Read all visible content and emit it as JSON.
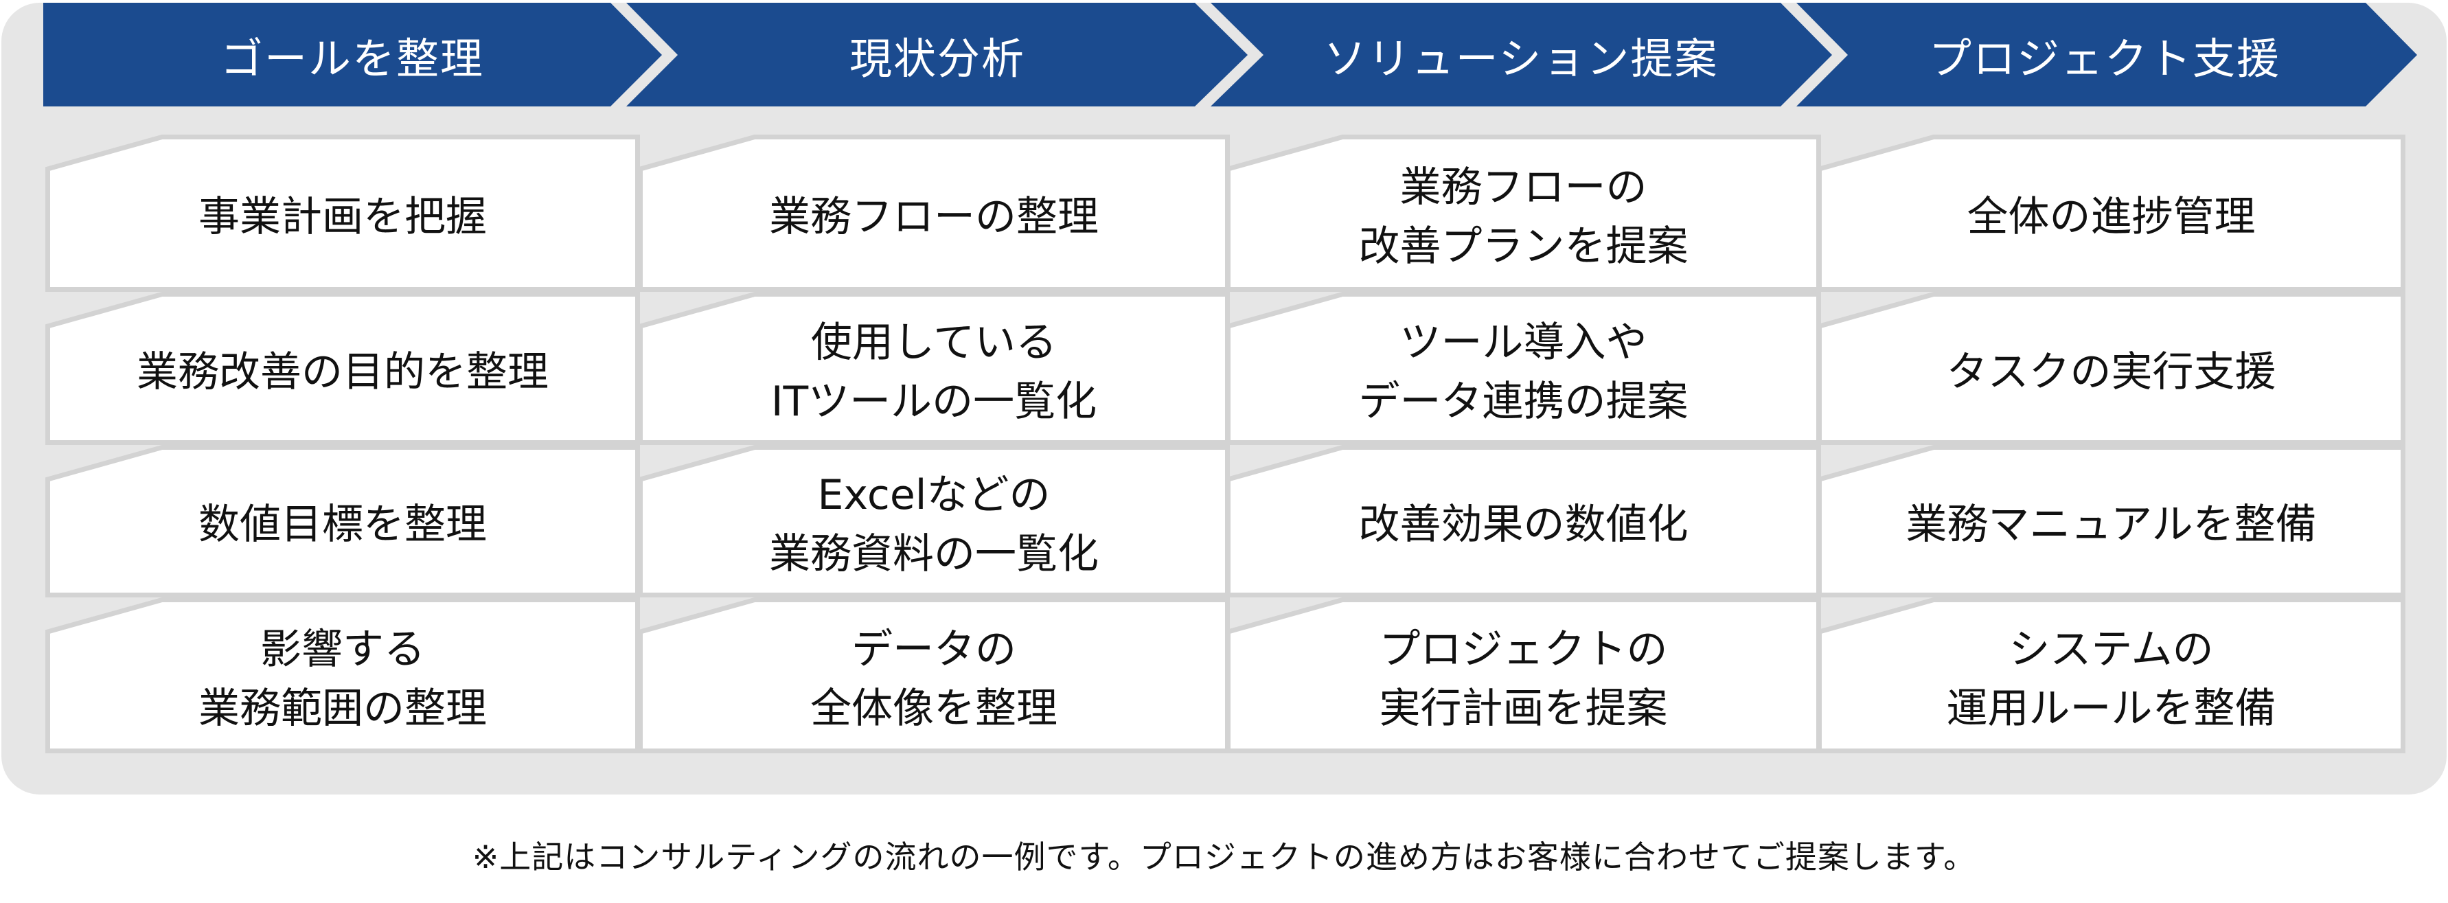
{
  "colors": {
    "header_blue": "#1b4b8f",
    "panel_bg": "#e6e6e6",
    "card_border": "#d3d3d3",
    "card_bg": "#ffffff",
    "text": "#111111"
  },
  "steps": [
    {
      "label": "ゴールを整理",
      "items": [
        "事業計画を把握",
        "業務改善の目的を整理",
        "数値目標を整理",
        "影響する\n業務範囲の整理"
      ]
    },
    {
      "label": "現状分析",
      "items": [
        "業務フローの整理",
        "使用している\nITツールの一覧化",
        "Excelなどの\n業務資料の一覧化",
        "データの\n全体像を整理"
      ]
    },
    {
      "label": "ソリューション提案",
      "items": [
        "業務フローの\n改善プランを提案",
        "ツール導入や\nデータ連携の提案",
        "改善効果の数値化",
        "プロジェクトの\n実行計画を提案"
      ]
    },
    {
      "label": "プロジェクト支援",
      "items": [
        "全体の進捗管理",
        "タスクの実行支援",
        "業務マニュアルを整備",
        "システムの\n運用ルールを整備"
      ]
    }
  ],
  "footer": {
    "note": "※上記はコンサルティングの流れの一例です。プロジェクトの進め方はお客様に合わせてご提案します。"
  }
}
